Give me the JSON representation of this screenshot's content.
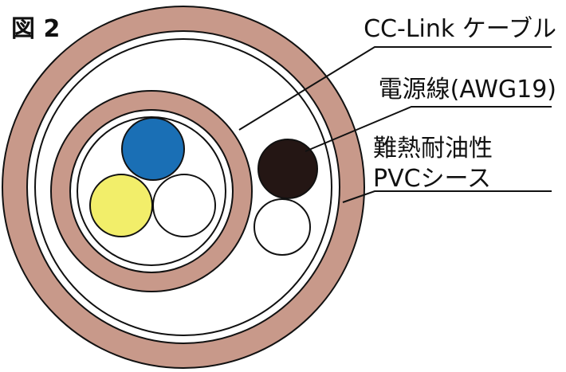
{
  "figure_label": "図 2",
  "labels": {
    "cc_link_cable": "CC-Link ケーブル",
    "power_line": "電源線(AWG19)",
    "sheath_line1": "難熱耐油性",
    "sheath_line2": "PVCシース"
  },
  "colors": {
    "sheath": "#c8998a",
    "outline": "#111111",
    "blue_wire": "#1a6fb5",
    "yellow_wire": "#f2ee6a",
    "white_wire": "#ffffff",
    "black_wire": "#241614"
  }
}
